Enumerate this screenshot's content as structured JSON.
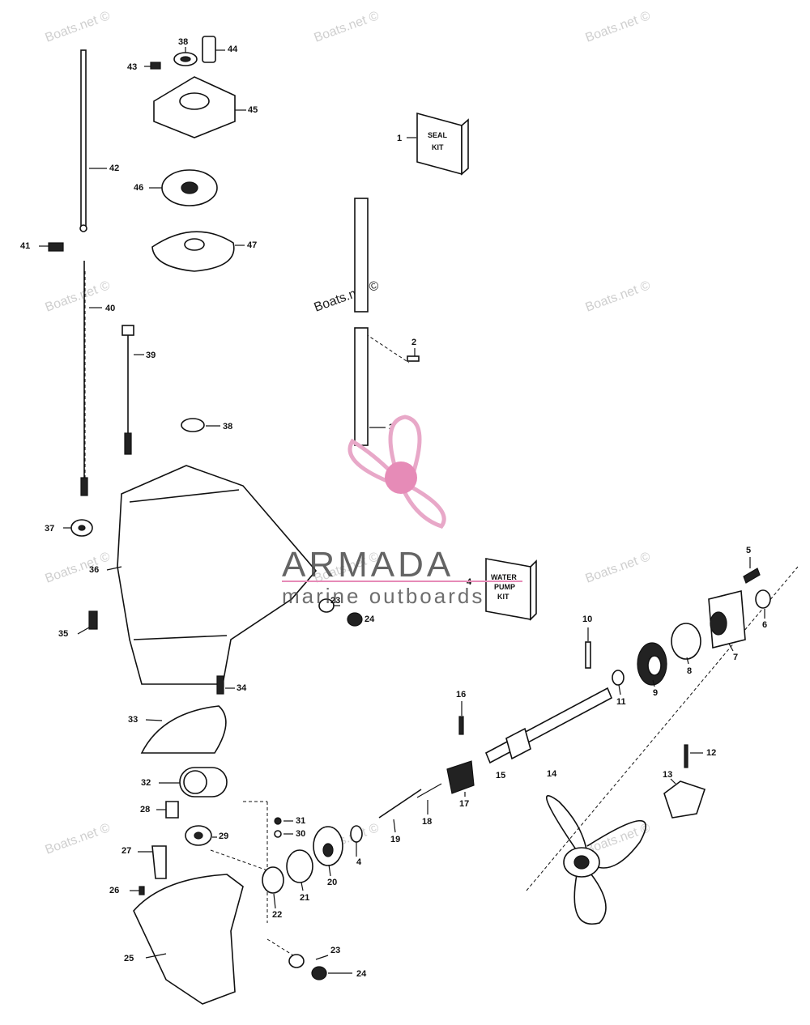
{
  "watermark": "Boats.net ©",
  "logo": {
    "name": "ARMADA",
    "tagline": "marine outboards",
    "accent": "#e8a8c8",
    "hub": "#e68bb7"
  },
  "kits": [
    {
      "id": "seal-kit",
      "lines": [
        "SEAL",
        "KIT"
      ]
    },
    {
      "id": "water-pump-kit",
      "lines": [
        "WATER",
        "PUMP",
        "KIT"
      ]
    }
  ],
  "callouts": [
    "1",
    "2",
    "3",
    "4",
    "5",
    "6",
    "7",
    "8",
    "9",
    "10",
    "11",
    "12",
    "13",
    "14",
    "15",
    "16",
    "17",
    "18",
    "19",
    "4",
    "20",
    "21",
    "22",
    "23",
    "24",
    "25",
    "26",
    "27",
    "28",
    "29",
    "30",
    "31",
    "32",
    "33",
    "34",
    "35",
    "36",
    "37",
    "38",
    "39",
    "40",
    "41",
    "42",
    "43",
    "38",
    "44",
    "45",
    "46",
    "47",
    "23",
    "24"
  ]
}
